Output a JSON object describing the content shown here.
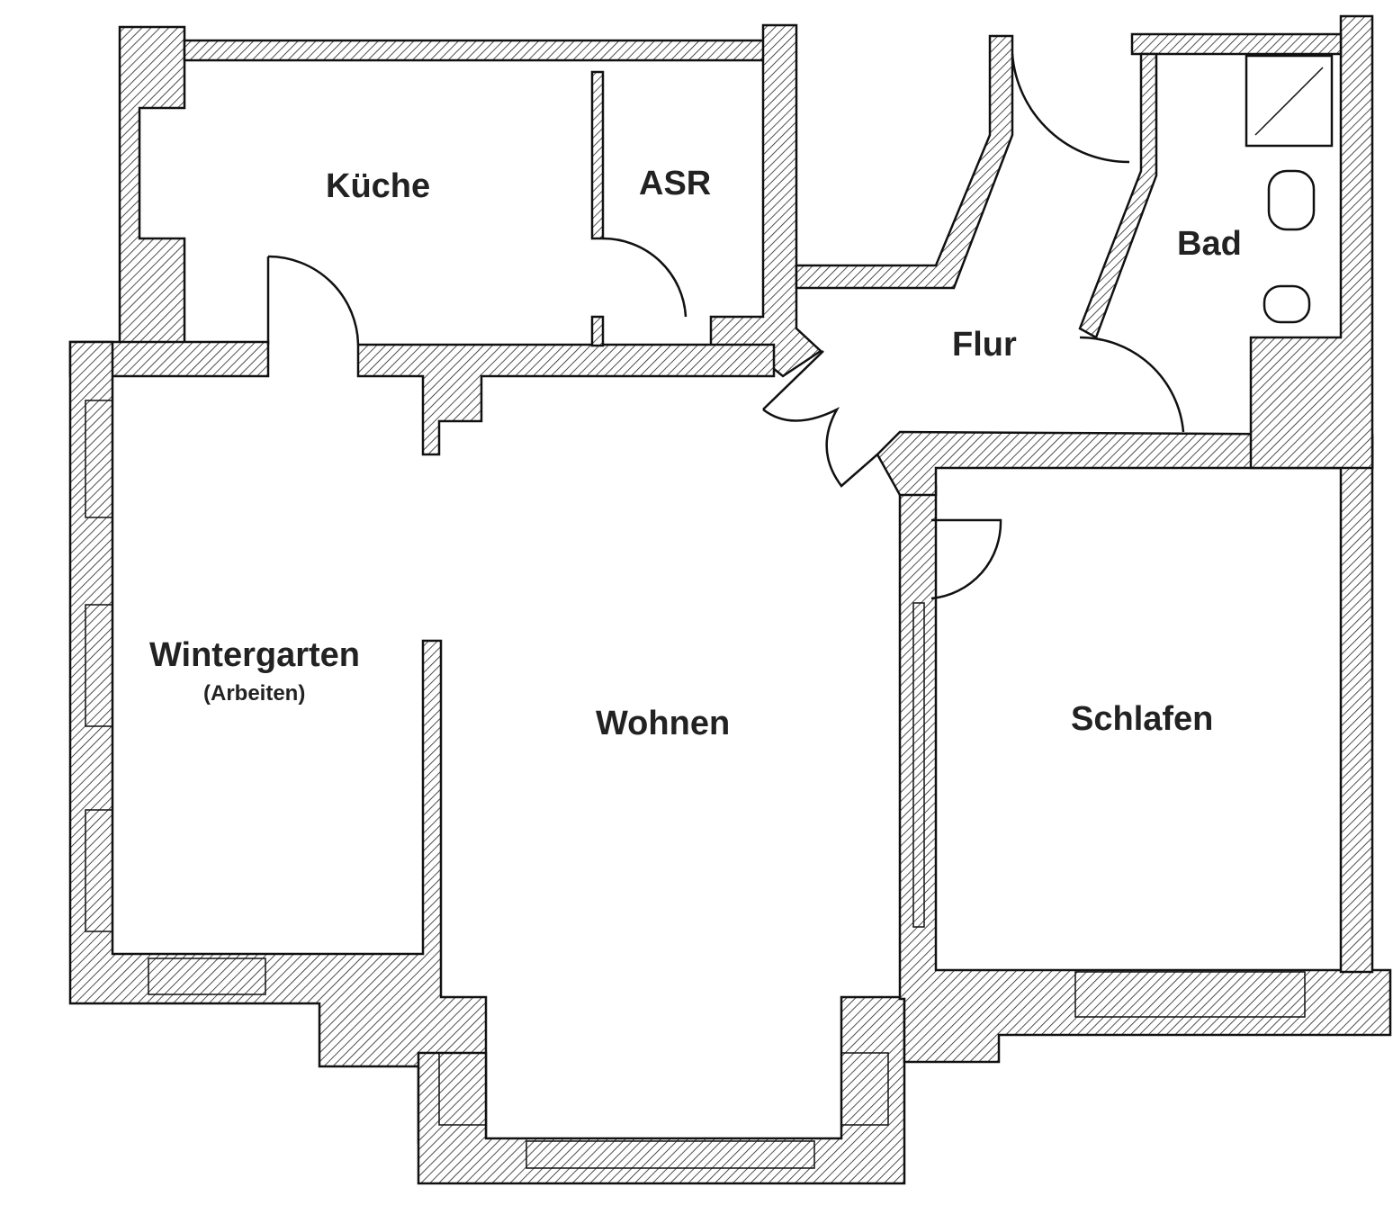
{
  "rooms": {
    "kueche": "Küche",
    "asr": "ASR",
    "bad": "Bad",
    "flur": "Flur",
    "wintergarten": "Wintergarten",
    "wintergarten_sub": "(Arbeiten)",
    "wohnen": "Wohnen",
    "schlafen": "Schlafen"
  },
  "colors": {
    "wall_line": "#111111",
    "background": "#ffffff",
    "label": "#222222"
  }
}
